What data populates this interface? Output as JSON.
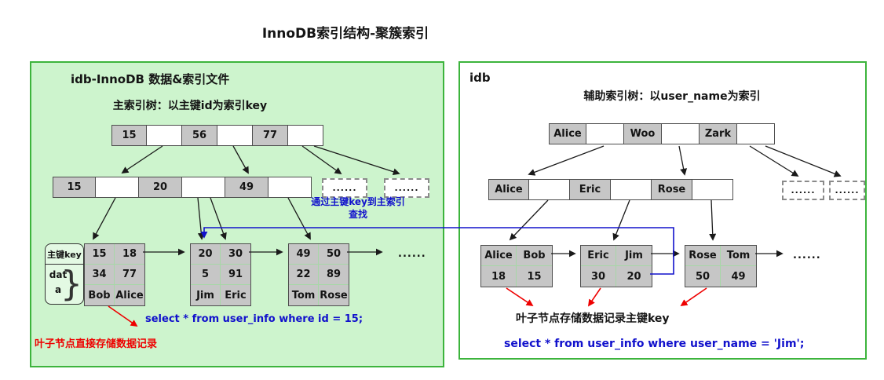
{
  "title": "InnoDB索引结构-聚簇索引",
  "colors": {
    "panel_border_green": "#3cb43c",
    "left_panel_background": "#cdf4cd",
    "cell_gray": "#c6c6c6",
    "highlight_blue": "#1111cc",
    "alert_red": "#ee0000"
  },
  "left_panel": {
    "header": "idb-InnoDB 数据&索引文件",
    "subtitle": "主索引树：以主键id为索引key",
    "root_cells": [
      "15",
      "",
      "56",
      "",
      "77",
      ""
    ],
    "level2_cells": [
      "15",
      "",
      "20",
      "",
      "49",
      ""
    ],
    "dashed_node_1": "......",
    "dashed_node_2": "......",
    "lookup_hint": "通过主键key到主索引查找",
    "row_label_key": "主键key",
    "row_label_data": "data",
    "brace": "}",
    "leaf1": [
      [
        "15",
        "18"
      ],
      [
        "34",
        "77"
      ],
      [
        "Bob",
        "Alice"
      ]
    ],
    "leaf2": [
      [
        "20",
        "30"
      ],
      [
        "5",
        "91"
      ],
      [
        "Jim",
        "Eric"
      ]
    ],
    "leaf3": [
      [
        "49",
        "50"
      ],
      [
        "22",
        "89"
      ],
      [
        "Tom",
        "Rose"
      ]
    ],
    "ellipsis": "......",
    "sql": "select  * from user_info  where id = 15;",
    "leaf_note": "叶子节点直接存储数据记录"
  },
  "right_panel": {
    "header": "idb",
    "subtitle": "辅助索引树：以user_name为索引",
    "root_cells": [
      "Alice",
      "",
      "Woo",
      "",
      "Zark",
      ""
    ],
    "level2_cells": [
      "Alice",
      "",
      "Eric",
      "",
      "Rose",
      ""
    ],
    "dashed_node_1": "......",
    "dashed_node_2": "......",
    "leaf1": [
      [
        "Alice",
        "Bob"
      ],
      [
        "18",
        "15"
      ]
    ],
    "leaf2": [
      [
        "Eric",
        "Jim"
      ],
      [
        "30",
        "20"
      ]
    ],
    "leaf3": [
      [
        "Rose",
        "Tom"
      ],
      [
        "50",
        "49"
      ]
    ],
    "ellipsis": "......",
    "leaf_note": "叶子节点存储数据记录主键key",
    "sql": "select  * from user_info  where user_name = 'Jim';"
  }
}
